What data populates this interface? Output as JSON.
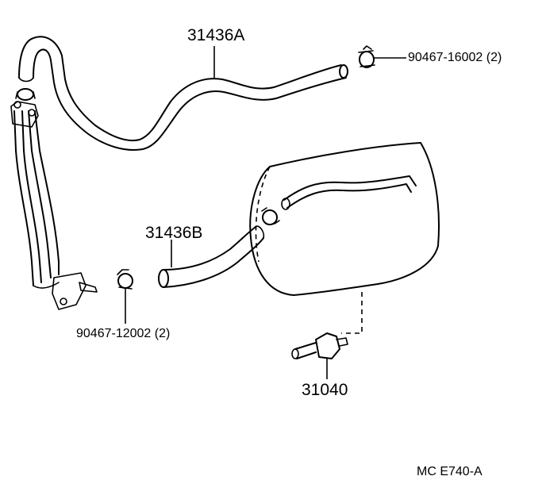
{
  "parts": {
    "hose_a": "31436A",
    "hose_b": "31436B",
    "clamp_upper": "90467-16002 (2)",
    "clamp_lower": "90467-12002 (2)",
    "valve": "31040"
  },
  "figure_code": "MC E740-A"
}
